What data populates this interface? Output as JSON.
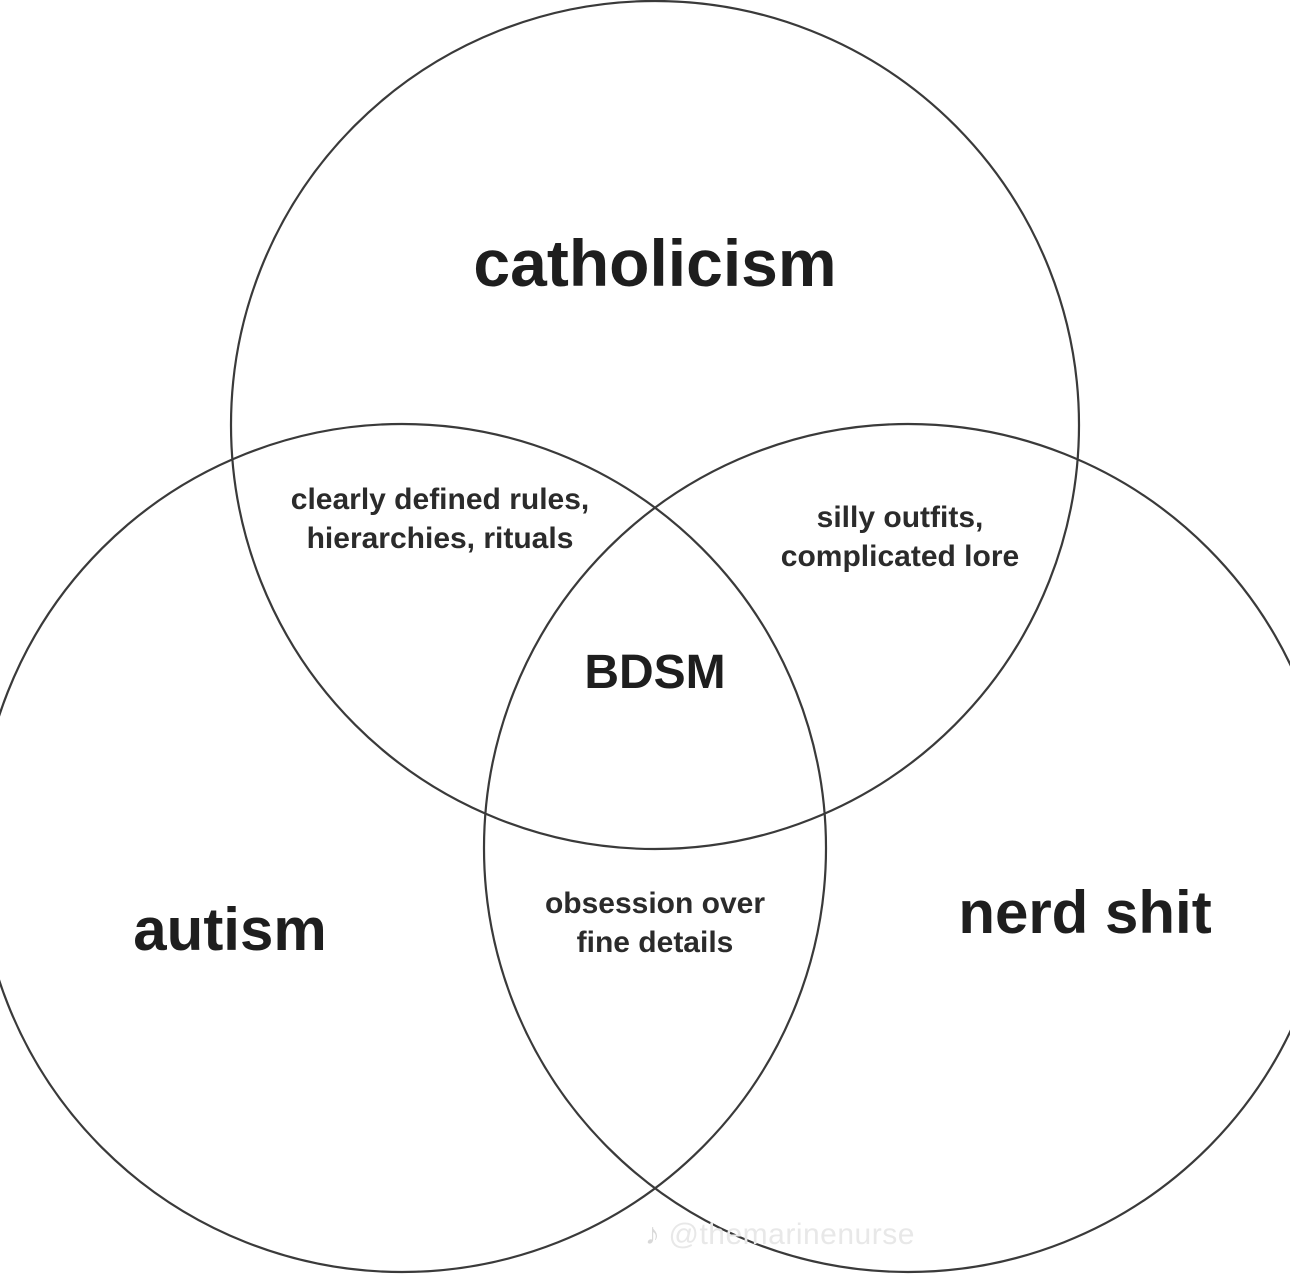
{
  "sets": {
    "top": "catholicism",
    "left": "autism",
    "right": "nerd shit"
  },
  "overlaps": {
    "top_left": "clearly defined rules,\nhierarchies, rituals",
    "top_right": "silly outfits,\ncomplicated lore",
    "left_right": "obsession over\nfine details",
    "center": "BDSM"
  },
  "watermark": {
    "icon": "tiktok-icon",
    "text": "@themarinenurse"
  },
  "colors": {
    "stroke": "#3a3a3a",
    "text": "#1e1e1e",
    "background": "#ffffff"
  }
}
